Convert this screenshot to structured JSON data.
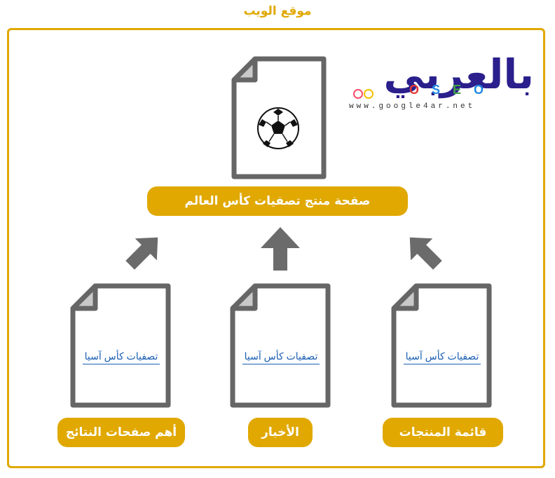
{
  "site_title": "موقع الويب",
  "main_page": {
    "label": "صفحة منتج تصفيات كأس العالم",
    "icon": "soccer-ball-icon"
  },
  "child_pages": [
    {
      "label": "أهم صفحات النتائج",
      "link_text": "تصفيات كأس آسيا"
    },
    {
      "label": "الأخبار",
      "link_text": "تصفيات كأس آسيا"
    },
    {
      "label": "قائمة المنتجات",
      "link_text": "تصفيات كأس آسيا"
    }
  ],
  "logo": {
    "arabic_text": "بالعربي",
    "seo_letters": "SEO",
    "url": "www.google4ar.net"
  },
  "colors": {
    "accent": "#e0a800",
    "doc_stroke": "#666666",
    "arrow": "#6b6b6b",
    "link": "#1a5fb4"
  }
}
